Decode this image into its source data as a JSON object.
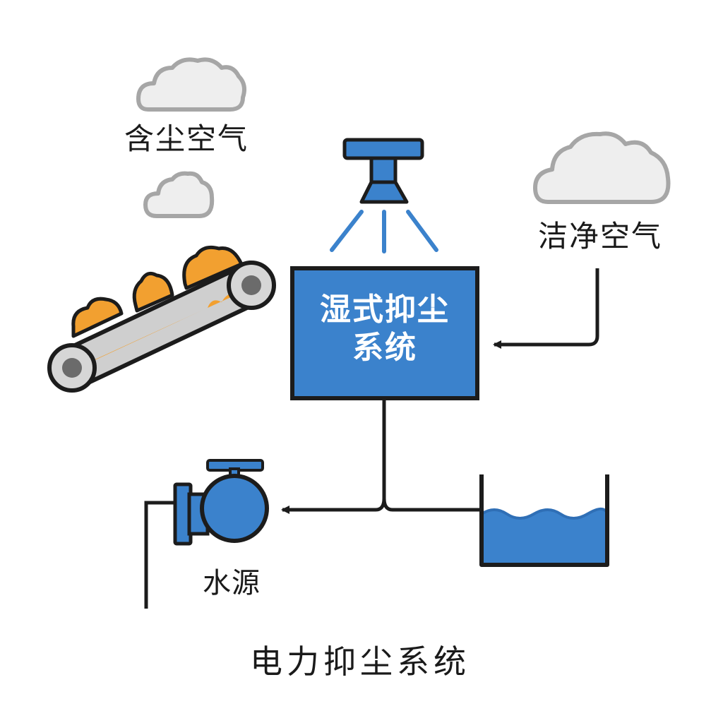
{
  "labels": {
    "dusty_air": "含尘空气",
    "clean_air": "洁净空气",
    "system_line1": "湿式抑尘",
    "system_line2": "系统",
    "water_source": "水源",
    "title": "电力抑尘系统"
  },
  "colors": {
    "blue": "#3b82cc",
    "blue_dark": "#2f74c0",
    "outline": "#1c1c1c",
    "cloud_fill": "#eeeeee",
    "cloud_stroke": "#a6a6a6",
    "coal": "#f2a030",
    "belt": "#cfcfcf",
    "roller": "#6b6b6b"
  },
  "icons": [
    "cloud-icon",
    "spray-nozzle-icon",
    "conveyor-belt-icon",
    "water-pump-icon",
    "water-tank-icon"
  ]
}
